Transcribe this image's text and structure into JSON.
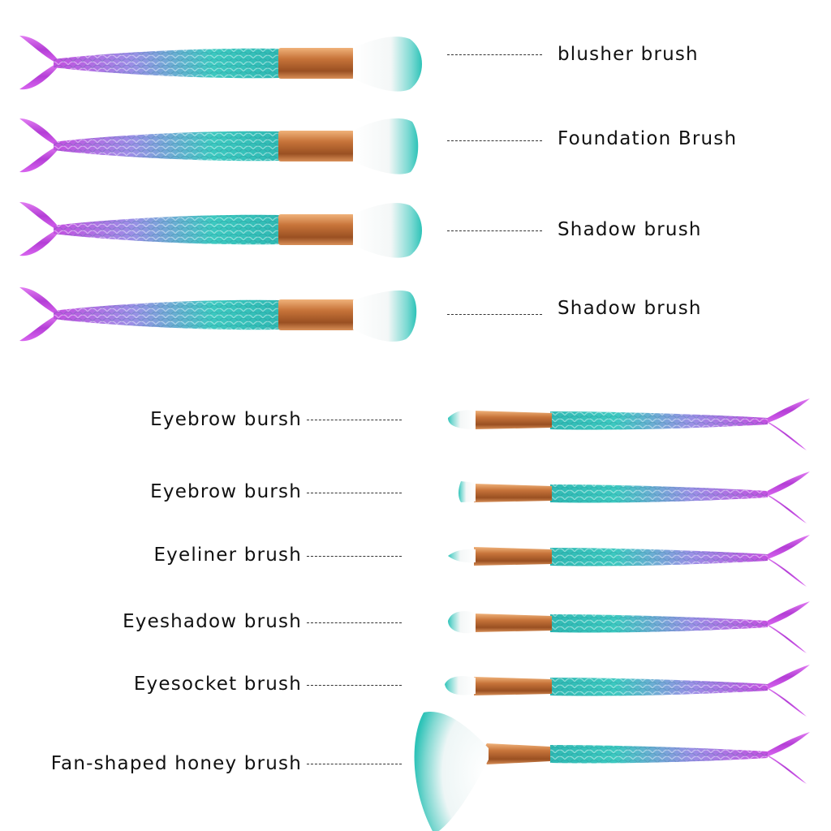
{
  "colors": {
    "teal": "#3cc9c0",
    "purple": "#c34fe0",
    "copper": "#c7743a",
    "bristle_white": "#ffffff",
    "bristle_tip": "#2ec3b8"
  },
  "brushes": [
    {
      "label": "blusher brush",
      "side": "left",
      "head": "large"
    },
    {
      "label": "Foundation Brush",
      "side": "left",
      "head": "large-flat"
    },
    {
      "label": "Shadow brush",
      "side": "left",
      "head": "large"
    },
    {
      "label": "Shadow brush",
      "side": "left",
      "head": "large-angled"
    },
    {
      "label": "Eyebrow bursh",
      "side": "right",
      "head": "angled"
    },
    {
      "label": "Eyebrow bursh",
      "side": "right",
      "head": "flat"
    },
    {
      "label": "Eyeliner brush",
      "side": "right",
      "head": "pointed"
    },
    {
      "label": "Eyeshadow brush",
      "side": "right",
      "head": "round"
    },
    {
      "label": "Eyesocket brush",
      "side": "right",
      "head": "tapered"
    },
    {
      "label": "Fan-shaped honey brush",
      "side": "right",
      "head": "fan"
    }
  ]
}
